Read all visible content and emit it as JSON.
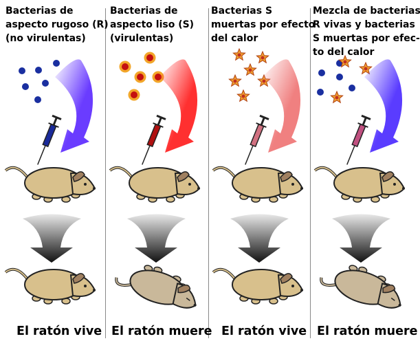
{
  "panels": [
    {
      "title": "Bacterias de\naspecto rugoso (R)\n(no virulentas)",
      "bacteria": "rough",
      "arrow_color": "#6a3cff",
      "syringe_color": "#1a2a9a",
      "outcome": "alive",
      "result": "El ratón vive"
    },
    {
      "title": "Bacterias de\naspecto liso (S)\n(virulentas)",
      "bacteria": "smooth",
      "arrow_color": "#ff3030",
      "syringe_color": "#b01010",
      "outcome": "dead",
      "result": "El ratón muere"
    },
    {
      "title": "Bacterias S\nmuertas por efecto\ndel calor",
      "bacteria": "heat-killed",
      "arrow_color": "#f08080",
      "syringe_color": "#d07080",
      "outcome": "alive",
      "result": "El ratón vive"
    },
    {
      "title": "Mezcla de bacterias\nR vivas y bacterias\nS muertas por efec-\nto del calor",
      "bacteria": "mixed",
      "arrow_color": "#5a3cff",
      "syringe_color": "#c05080",
      "outcome": "dead",
      "result": "El ratón muere"
    }
  ],
  "colors": {
    "rough_bacteria": "#1a2fa0",
    "smooth_ring": "#f2a62a",
    "smooth_core": "#c41010",
    "star_fill": "#f0a030",
    "star_core": "#c03020",
    "mouse_alive": "#d8c08c",
    "mouse_dead": "#c9b89a"
  }
}
